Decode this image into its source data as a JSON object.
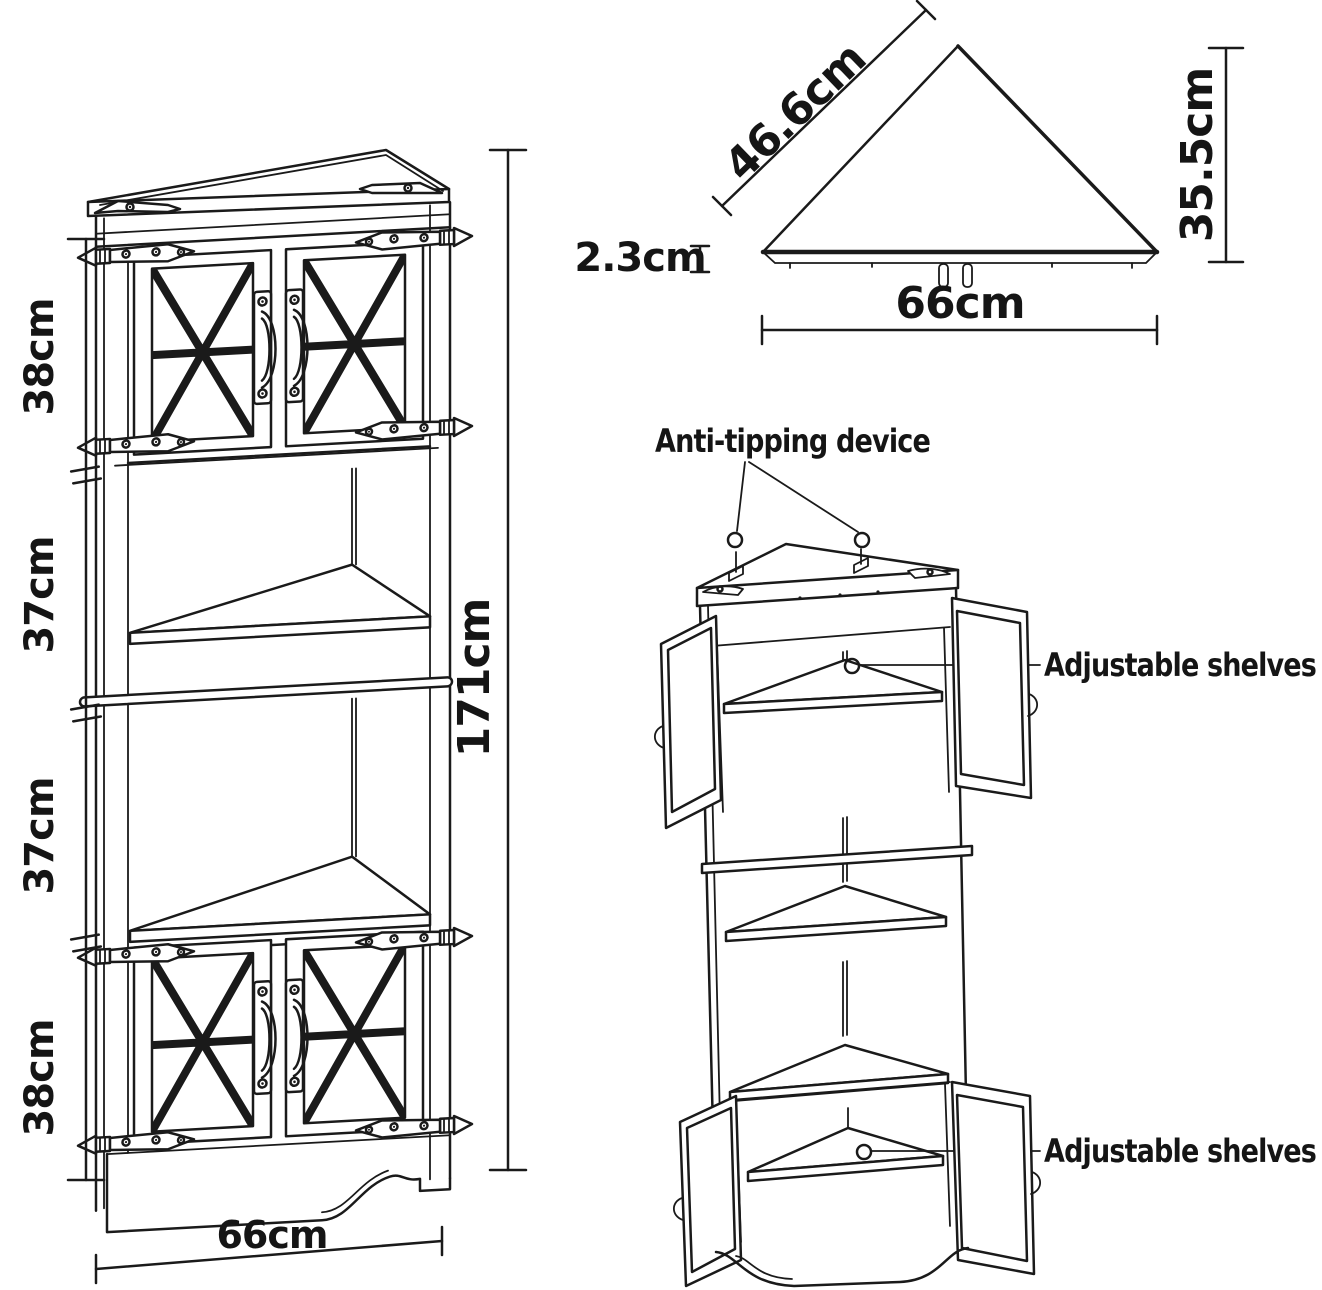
{
  "front_view": {
    "side_segments": [
      "38cm",
      "37cm",
      "37cm",
      "38cm"
    ],
    "height_label": "171cm",
    "width_label": "66cm"
  },
  "top_view": {
    "edge_label": "46.6cm",
    "depth_label": "35.5cm",
    "thickness_label": "2.3cm",
    "width_label": "66cm"
  },
  "perspective_view": {
    "anti_tipping_label": "Anti-tipping device",
    "shelf_labels": [
      "Adjustable shelves",
      "Adjustable shelves"
    ]
  },
  "colors": {
    "line": "#1a1a1a",
    "background": "#ffffff"
  }
}
